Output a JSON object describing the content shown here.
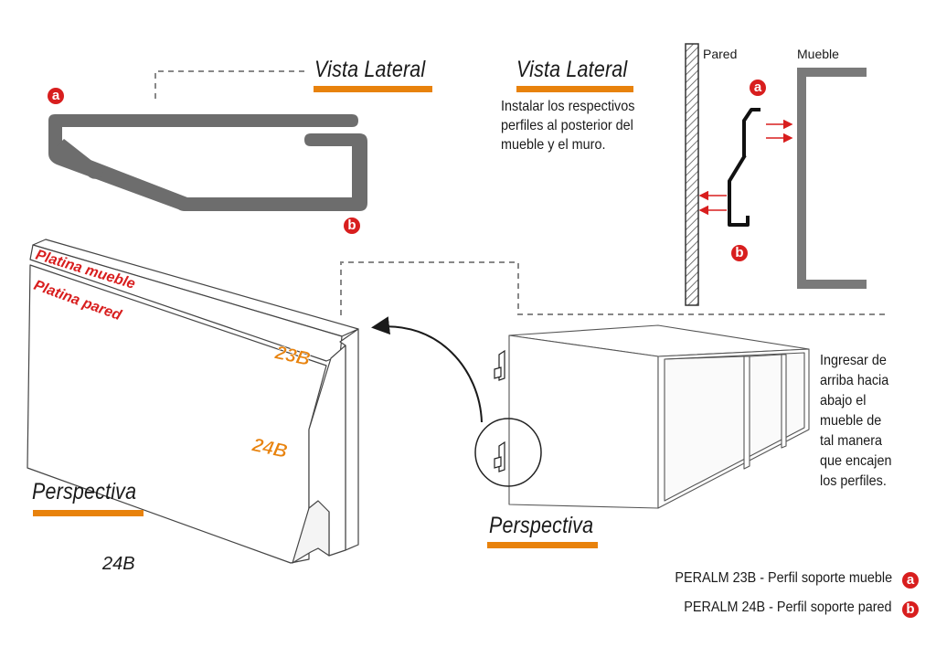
{
  "side_view_left": {
    "title": "Vista Lateral",
    "badge_a": "a",
    "badge_b": "b"
  },
  "side_view_right": {
    "title": "Vista Lateral",
    "description_lines": [
      "Instalar los respectivos",
      "perfiles al posterior del",
      "mueble y el muro."
    ],
    "wall_label": "Pared",
    "furniture_label": "Mueble",
    "badge_a": "a",
    "badge_b": "b"
  },
  "perspective_left": {
    "title": "Perspectiva",
    "label_furniture_plate": "Platina mueble",
    "label_wall_plate": "Platina pared",
    "label_23b": "23B",
    "label_24b": "24B",
    "model_caption": "24B"
  },
  "perspective_right": {
    "title": "Perspectiva",
    "instruction_lines": [
      "Ingresar de",
      "arriba hacia",
      "abajo el",
      "mueble de",
      "tal manera",
      "que encajen",
      "los perfiles."
    ]
  },
  "legend": [
    {
      "text": "PERALM 23B - Perfil soporte mueble",
      "badge": "a"
    },
    {
      "text": "PERALM 24B - Perfil soporte pared",
      "badge": "b"
    }
  ],
  "colors": {
    "accent_orange": "#e8820c",
    "badge_red": "#d81e1e",
    "profile_gray": "#6d6d6d",
    "arrow_red": "#d81e1e"
  }
}
